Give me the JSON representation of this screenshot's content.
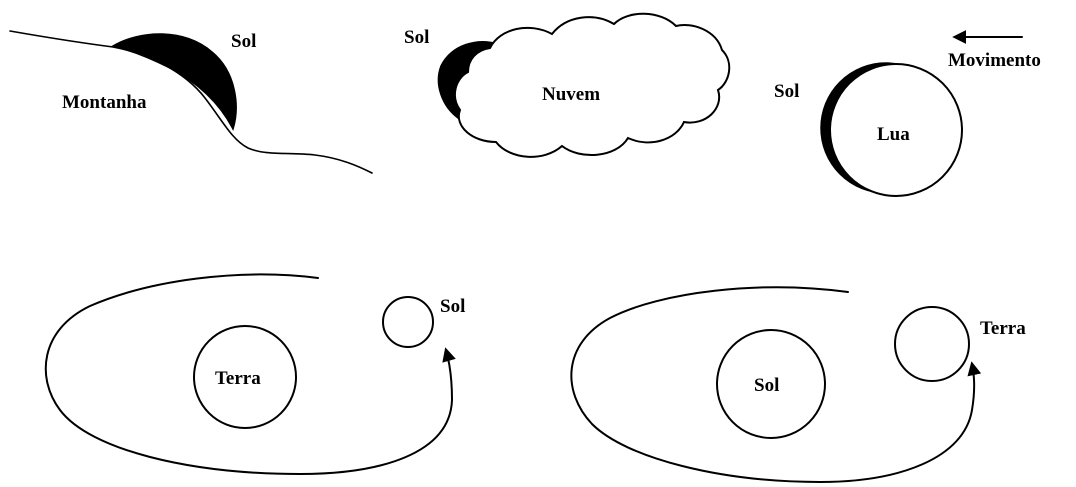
{
  "panels": {
    "mountain": {
      "sun_label": "Sol",
      "mountain_label": "Montanha"
    },
    "cloud": {
      "sun_label": "Sol",
      "cloud_label": "Nuvem"
    },
    "moon": {
      "sun_label": "Sol",
      "moon_label": "Lua",
      "motion_label": "Movimento"
    },
    "geocentric": {
      "center_label": "Terra",
      "orbiting_label": "Sol"
    },
    "heliocentric": {
      "center_label": "Sol",
      "orbiting_label": "Terra"
    }
  },
  "colors": {
    "ink": "#000000",
    "paper": "#ffffff"
  }
}
